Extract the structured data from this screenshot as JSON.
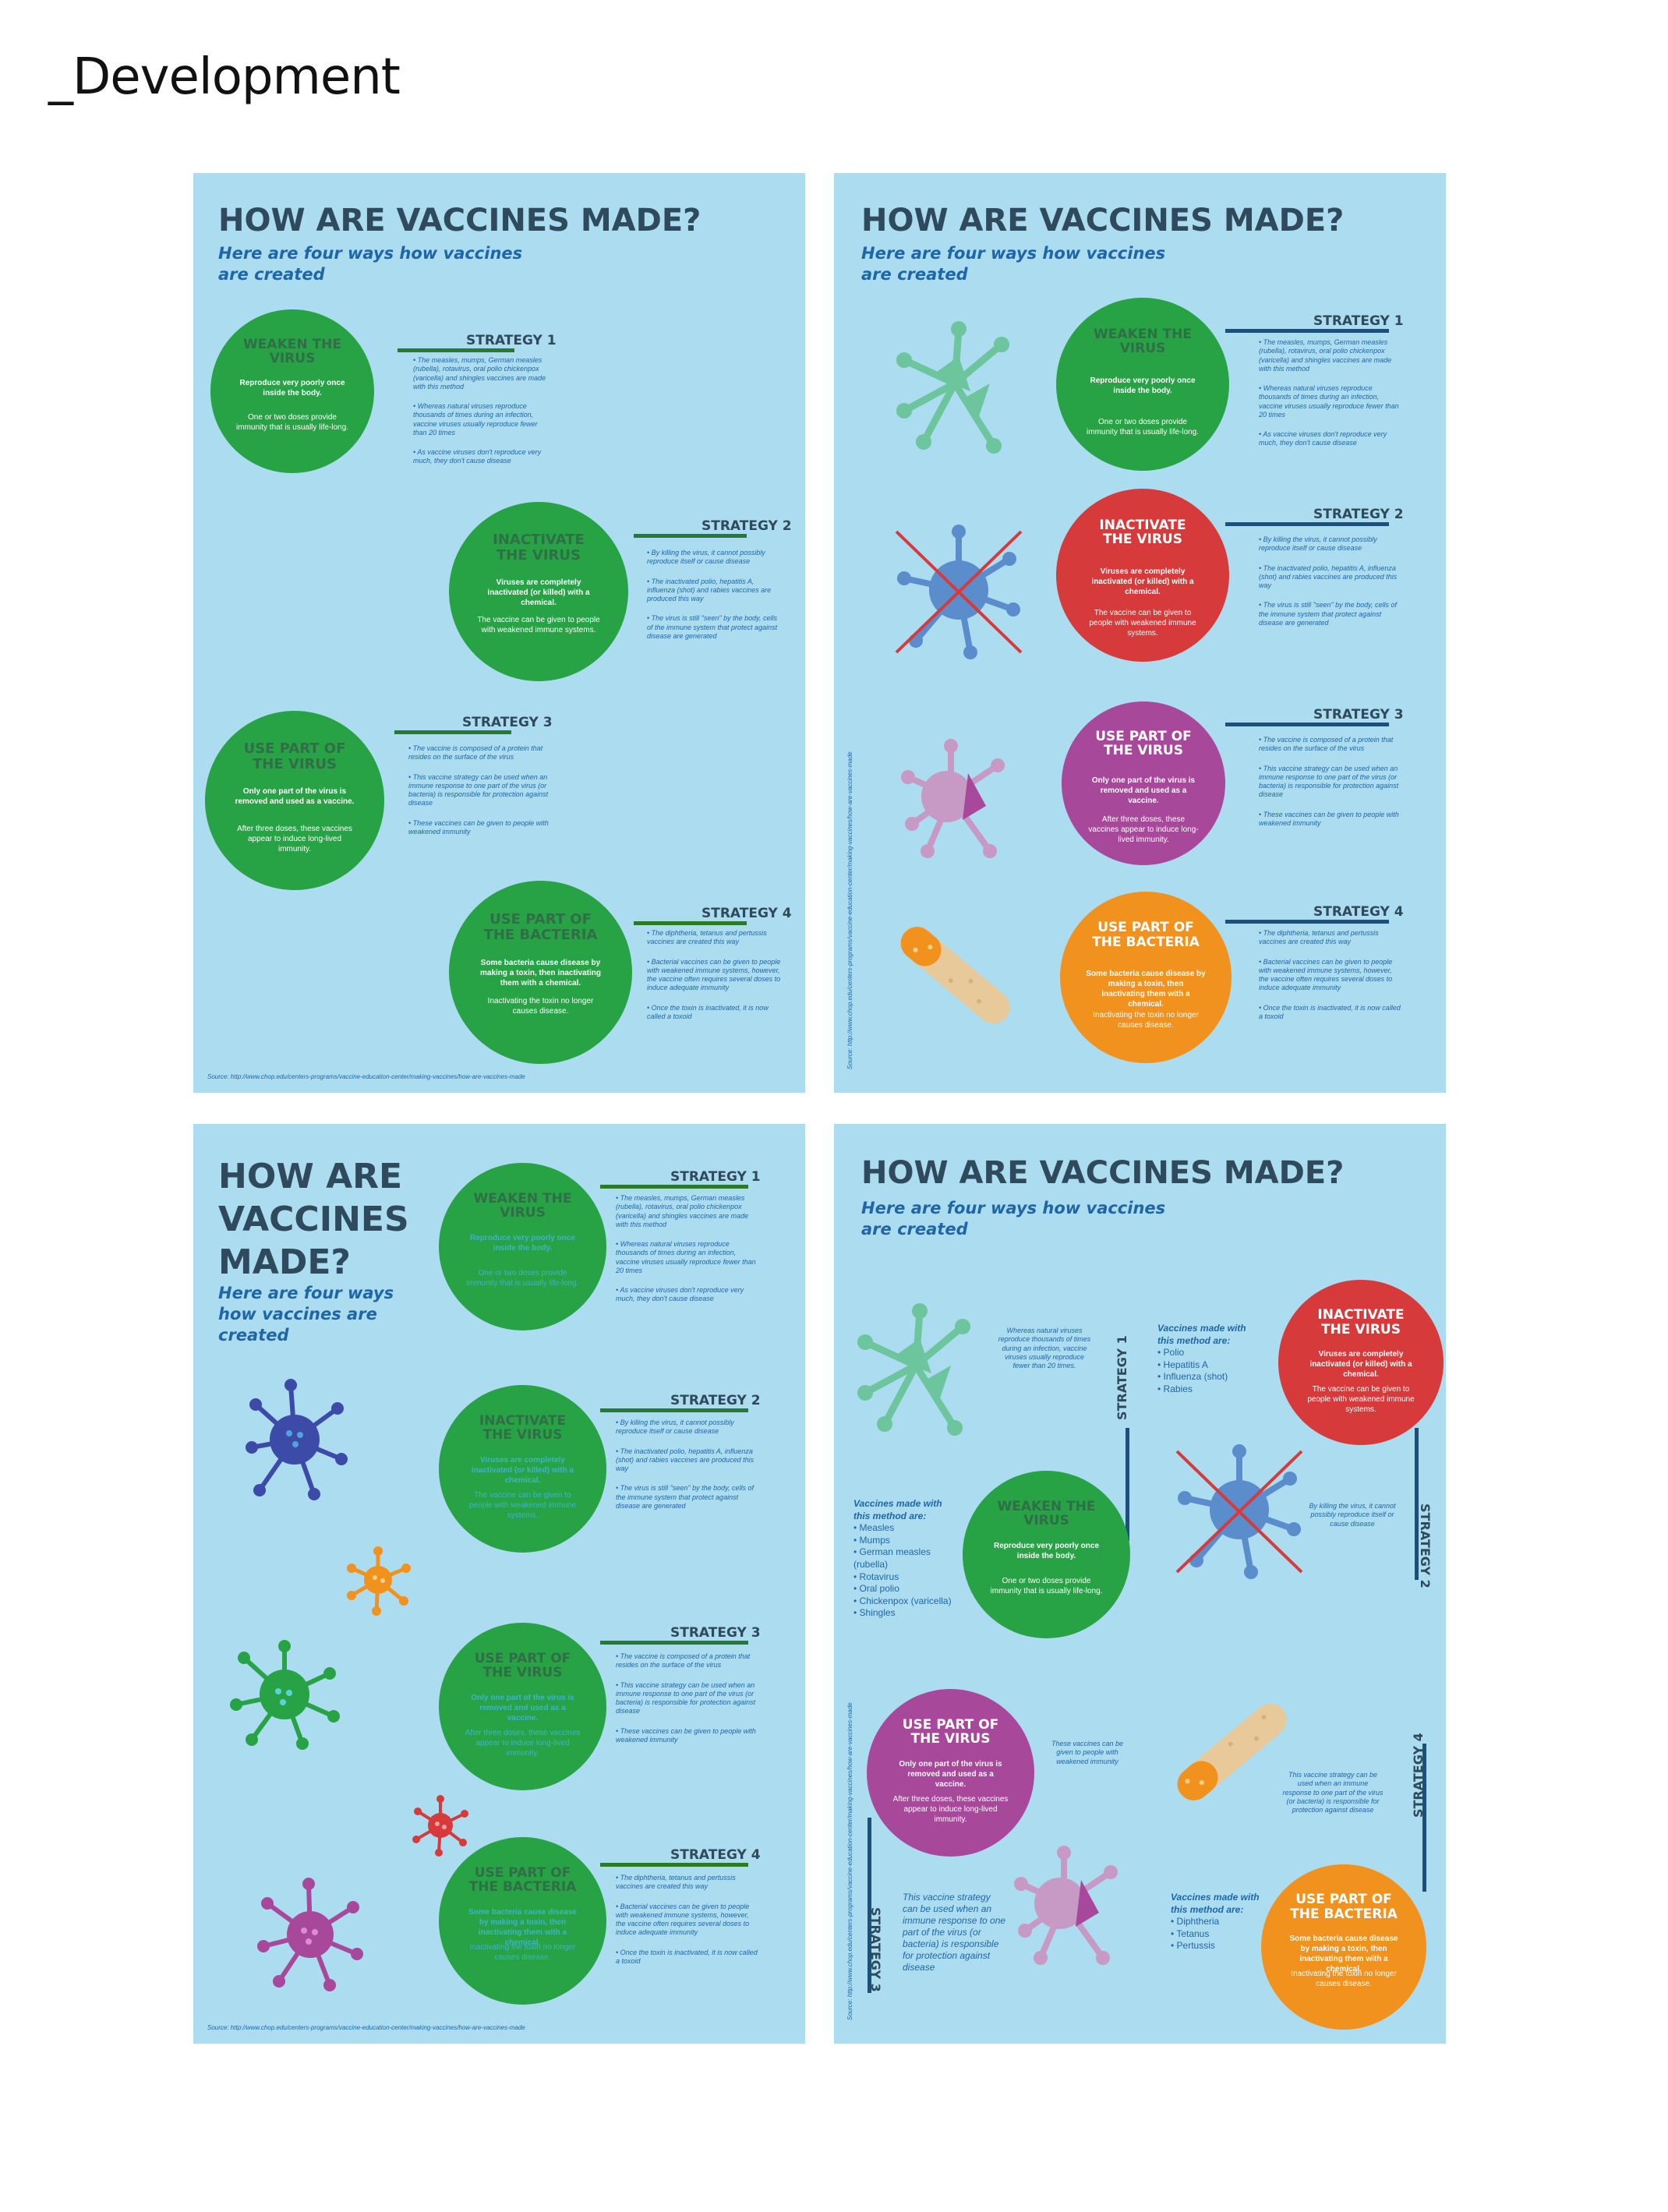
{
  "page_title": "_Development",
  "panel_title": "HOW ARE VACCINES MADE?",
  "panel_title_lines": [
    "HOW ARE",
    "VACCINES",
    "MADE?"
  ],
  "subtitle_lines": [
    "Here are four ways how vaccines",
    "are created"
  ],
  "subtitle_lines_narrow": [
    "Here are four ways",
    "how vaccines are",
    "created"
  ],
  "source_text": "Source: http://www.chop.edu/centers-programs/vaccine-education-center/making-vaccines/how-are-vaccines-made",
  "strategies": [
    {
      "tag": "STRATEGY 1",
      "heading": [
        "WEAKEN THE",
        "VIRUS"
      ],
      "p1": "Reproduce very poorly once inside the body.",
      "p2": "One or two doses provide immunity that is usually life-long.",
      "bullets": [
        "The measles, mumps, German measles (rubella), rotavirus, oral polio chickenpox (varicella) and shingles vaccines are made with this method",
        "Whereas natural viruses reproduce thousands of times during an infection, vaccine viruses usually reproduce fewer than 20 times",
        "As vaccine viruses don't reproduce very much, they don't cause disease"
      ]
    },
    {
      "tag": "STRATEGY 2",
      "heading": [
        "INACTIVATE",
        "THE VIRUS"
      ],
      "p1": "Viruses are completely inactivated (or killed) with a chemical.",
      "p2": "The vaccine can be given to people with weakened immune systems.",
      "bullets": [
        "By killing the virus, it cannot possibly reproduce itself or cause disease",
        "The inactivated polio, hepatitis A, influenza (shot) and rabies vaccines are produced this way",
        "The virus is still \"seen\" by the body, cells of the immune system that protect against disease are generated"
      ]
    },
    {
      "tag": "STRATEGY 3",
      "heading": [
        "USE PART OF",
        "THE VIRUS"
      ],
      "p1": "Only one part of the virus is removed and used as a vaccine.",
      "p2": "After three doses, these vaccines appear to induce long-lived immunity.",
      "bullets": [
        "The vaccine is composed of a protein that resides on the surface of the virus",
        "This vaccine strategy can be used when an immune response to one part of the virus (or bacteria) is responsible for protection against disease",
        "These vaccines can be given to people with weakened immunity"
      ]
    },
    {
      "tag": "STRATEGY 4",
      "heading": [
        "USE PART OF",
        "THE BACTERIA"
      ],
      "p1": "Some bacteria cause disease by making a toxin, then inactivating them with a chemical.",
      "p2": "Inactivating the toxin no longer causes disease.",
      "bullets": [
        "The diphtheria, tetanus and pertussis vaccines are created this way",
        "Bacterial vaccines can be given to people with weakened immune systems, however, the vaccine often requires several doses to induce adequate immunity",
        "Once the toxin is inactivated, it is now called a toxoid"
      ]
    }
  ],
  "panel4": {
    "note_s1": "Whereas natural viruses reproduce thousands of times during an infection, vaccine viruses usually reproduce fewer than 20 times.",
    "list_s2_head": [
      "Vaccines made with",
      "this method are:"
    ],
    "list_s2": [
      "• Polio",
      "• Hepatitis A",
      "• Influenza (shot)",
      "• Rabies"
    ],
    "list_s1_head": [
      "Vaccines made with",
      "this method are:"
    ],
    "list_s1": [
      "• Measles",
      "• Mumps",
      "• German measles",
      "(rubella)",
      "• Rotavirus",
      "• Oral polio",
      "• Chickenpox (varicella)",
      "• Shingles"
    ],
    "note_s2": "By killing the virus, it cannot possibly reproduce itself or cause disease",
    "note_s3a": "These vaccines can be given to people with weakened immunity",
    "note_s4": "This vaccine strategy can be used when an immune response to one part of the virus (or bacteria) is responsible for protection against disease",
    "note_s3b": "This vaccine strategy can be used when an immune response to one part of the virus (or bacteria) is responsible for protection against disease",
    "list_s4_head": [
      "Vaccines made with",
      "this method are:"
    ],
    "list_s4": [
      "• Diphtheria",
      "• Tetanus",
      "• Pertussis"
    ]
  },
  "colors": {
    "panel_bg": "#acdcef",
    "green": "#27a345",
    "red": "#d63a3a",
    "purple": "#a8489a",
    "orange": "#f2921e",
    "navy_title": "#2e4a5c",
    "blue_text": "#1e66a8"
  },
  "icons": [
    "virus-icon",
    "crossed-virus-icon",
    "cut-virus-icon",
    "bandage-icon"
  ]
}
